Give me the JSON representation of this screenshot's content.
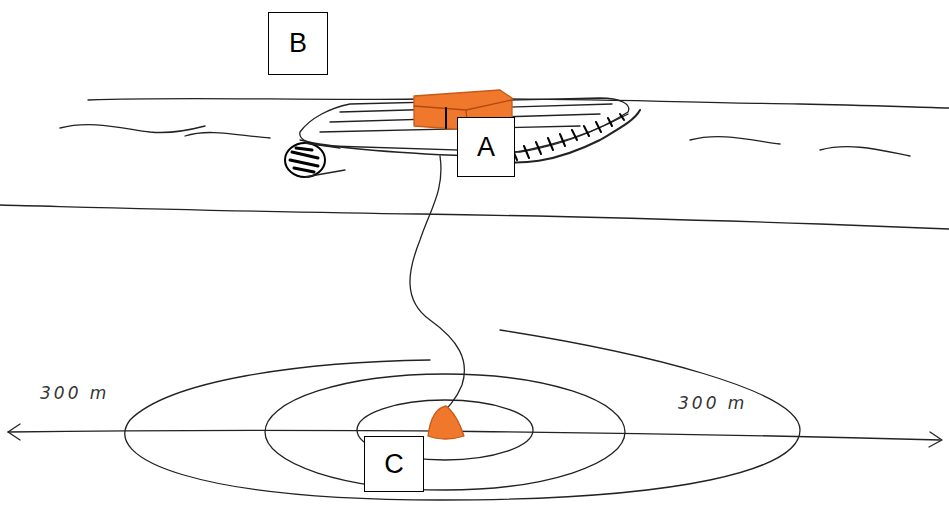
{
  "diagram": {
    "nodes": [
      {
        "text": [
          "B"
        ]
      },
      {
        "text": [
          "A"
        ]
      },
      {
        "text": [
          "C"
        ]
      }
    ],
    "labels": [
      "300 m",
      "300 m"
    ]
  }
}
